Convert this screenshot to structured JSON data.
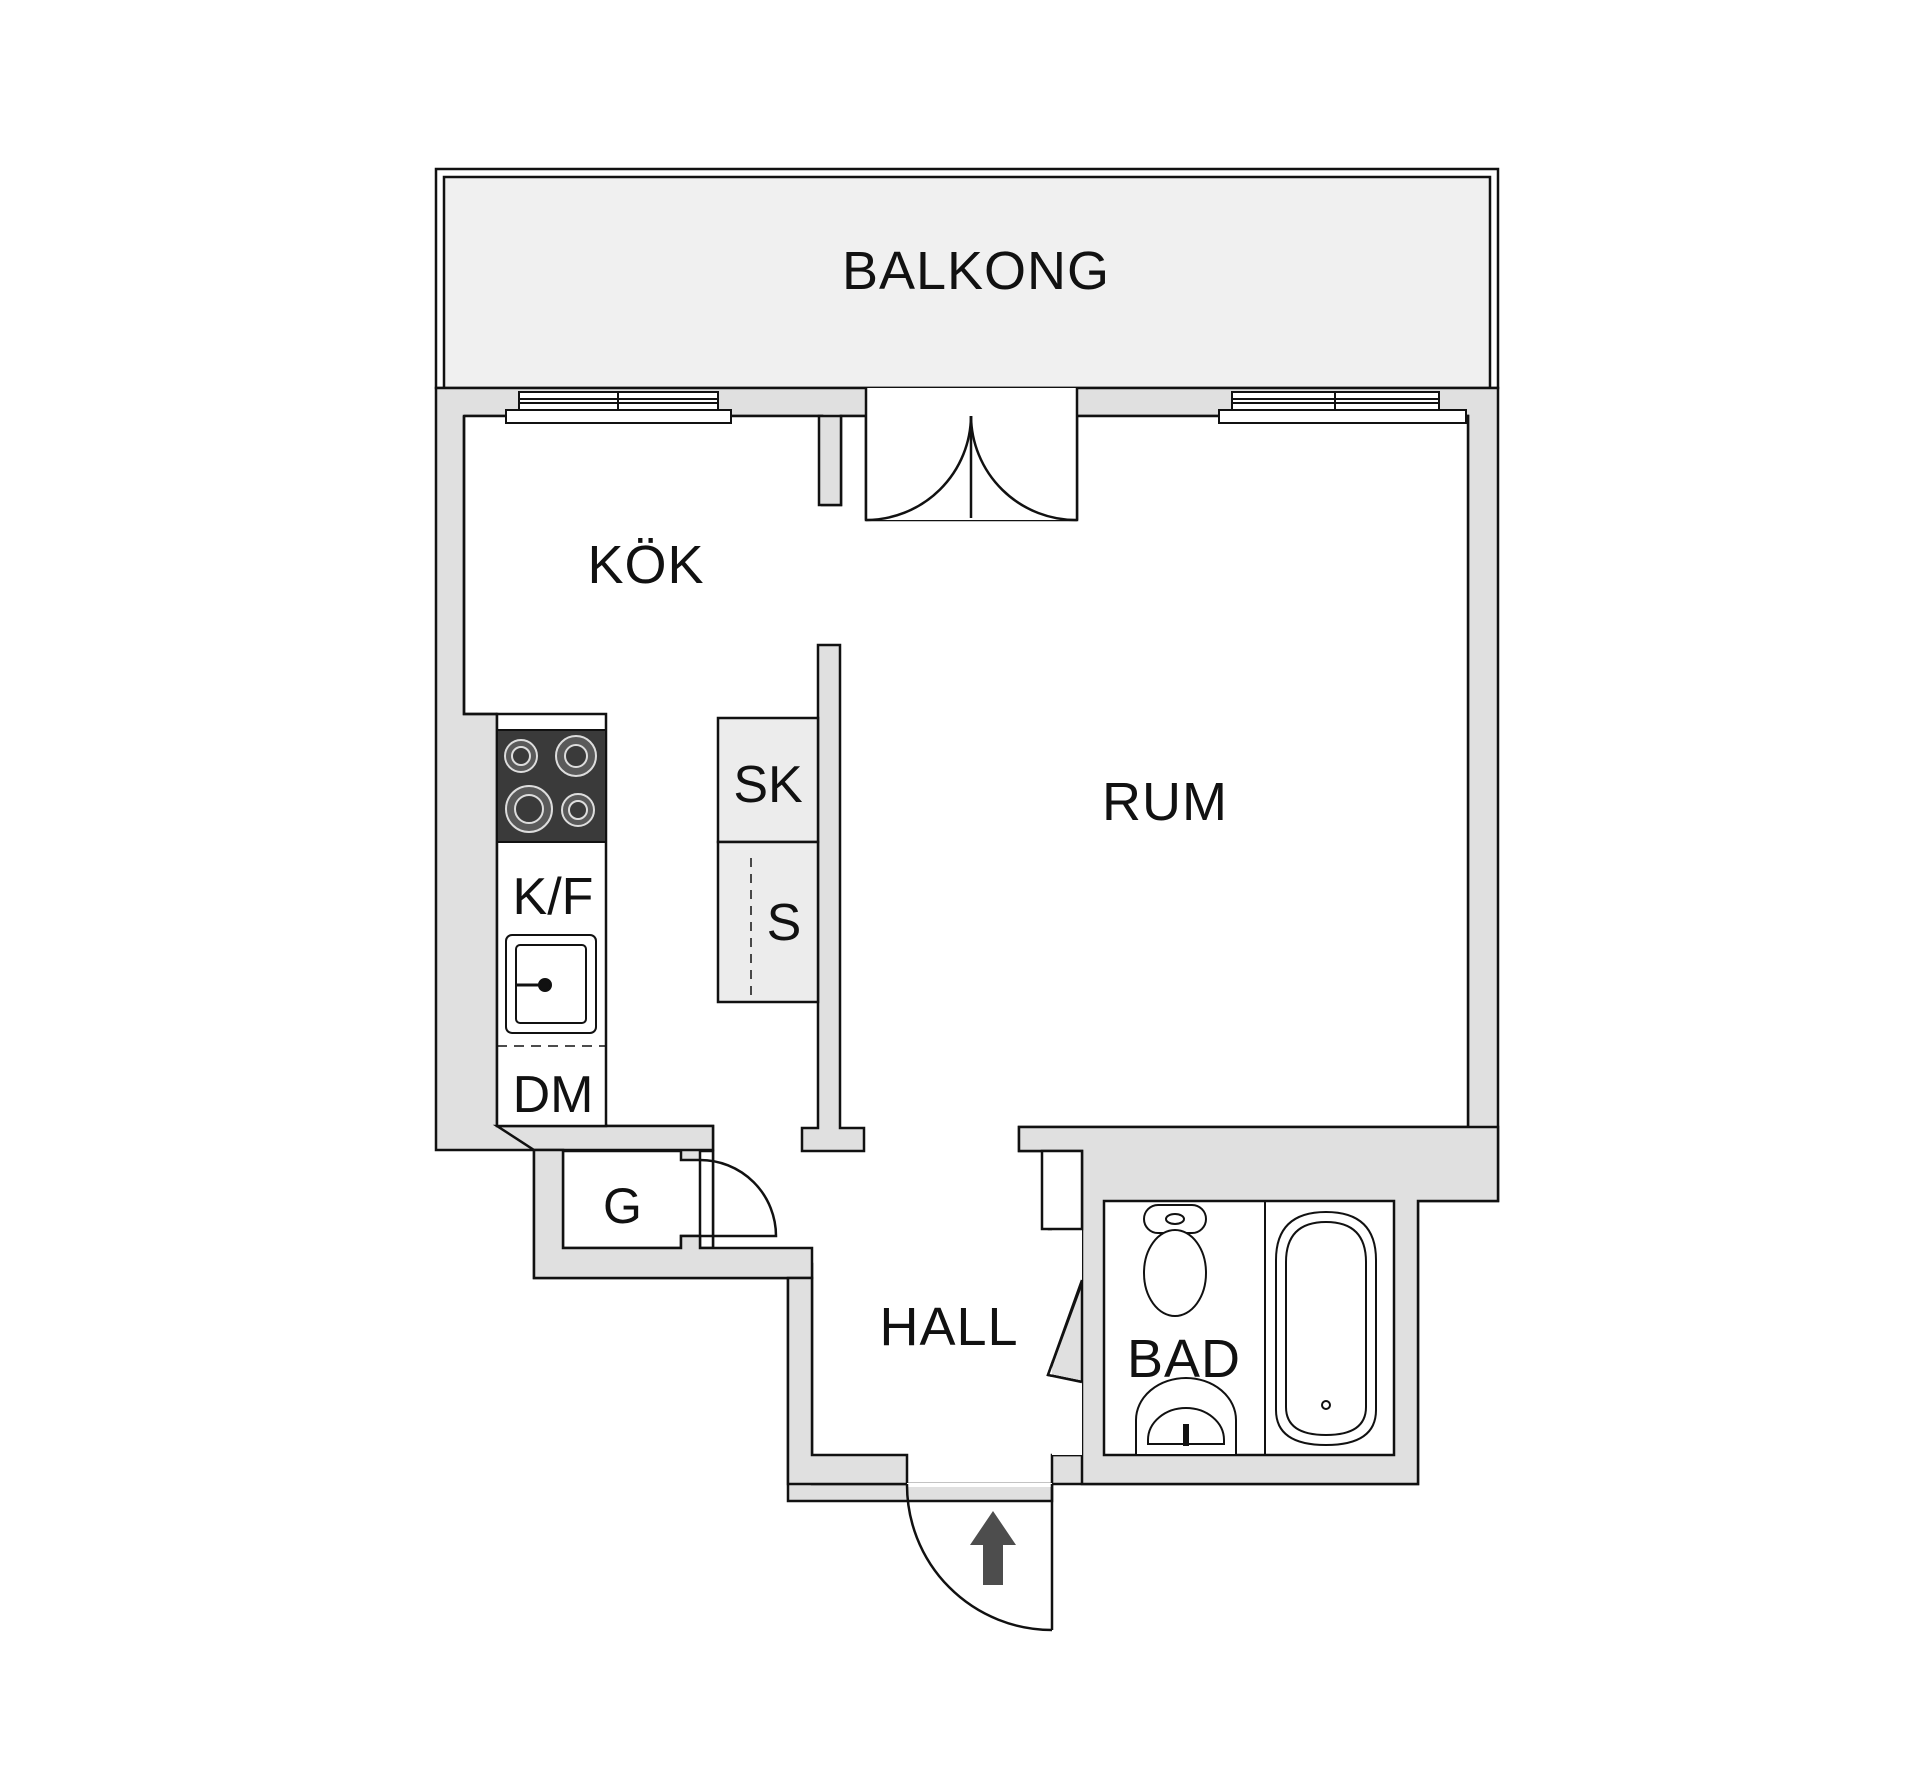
{
  "rooms": {
    "balcony": "BALKONG",
    "kitchen": "KÖK",
    "living": "RUM",
    "hall": "HALL",
    "bathroom": "BAD",
    "closet": "G"
  },
  "fixtures": {
    "fridge_freezer": "K/F",
    "dishwasher": "DM",
    "tall_cabinet": "SK",
    "wardrobe": "S"
  },
  "icons": {
    "entrance": "entrance-arrow-icon",
    "stove": "stove-icon",
    "sink": "kitchen-sink-icon",
    "toilet": "toilet-icon",
    "washbasin": "washbasin-icon",
    "bathtub": "bathtub-icon"
  },
  "colors": {
    "wall_fill": "#e0e0e0",
    "balcony_fill": "#f0f0f0",
    "cabinet_fill": "#ececec",
    "stove_fill": "#3a3a3a",
    "arrow": "#4d4d4d",
    "line": "#111111"
  }
}
